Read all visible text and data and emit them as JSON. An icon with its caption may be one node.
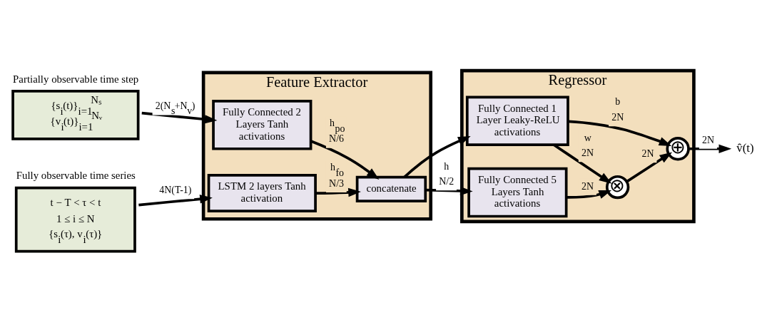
{
  "diagram": {
    "nodes": [
      {
        "text": [
          "Feature Extractor"
        ]
      },
      {
        "text": [
          "Regressor"
        ]
      },
      {
        "text": [
          "{s$_{i}$(t)}$_{i=1}$$^{Nₛ}$",
          "{v$_{i}$(t)}$_{i=1}$$^{Nᵥ}$"
        ],
        "beside": [
          "Partially observable time step"
        ]
      },
      {
        "text": [
          "t − T < τ < t",
          "1 ≤ i ≤ N",
          "{s$_{i}$(τ), v$_{i}$(τ)}"
        ],
        "beside": [
          "Fully observable time series"
        ]
      },
      {
        "text": [
          "Fully Connected 2 Layers Tanh activations"
        ],
        "in": 0
      },
      {
        "text": [
          "LSTM 2 layers Tanh activation"
        ],
        "in": 0
      },
      {
        "text": [
          "concatenate"
        ],
        "in": 0
      },
      {
        "text": [
          "Fully Connected 1 Layer Leaky-ReLU activations"
        ],
        "in": 1
      },
      {
        "text": [
          "Fully Connected 5 Layers Tanh activations"
        ],
        "in": 1
      },
      {
        "text": [
          "⊗"
        ],
        "in": 1
      },
      {
        "text": [
          "⊕"
        ],
        "in": 1
      }
    ],
    "edges": [
      {
        "from": 2,
        "to": 4,
        "arrow": "to",
        "label": "2(N$_{s}$+N$_{v}$)"
      },
      {
        "from": 3,
        "to": 5,
        "arrow": "to",
        "label": "4N(T-1)"
      },
      {
        "from": 4,
        "to": 6,
        "arrow": "to",
        "label": "h$_{po}$ N/6"
      },
      {
        "from": 5,
        "to": 6,
        "arrow": "to",
        "label": "h$_{fo}$ N/3"
      },
      {
        "from": 6,
        "to": 7,
        "arrow": "to"
      },
      {
        "from": 6,
        "to": 8,
        "arrow": "to",
        "label": "h N/2"
      },
      {
        "from": 7,
        "to": 9,
        "arrow": "to",
        "label": "w 2N"
      },
      {
        "from": 7,
        "to": 10,
        "arrow": "to",
        "label": "b 2N"
      },
      {
        "from": 8,
        "to": 9,
        "arrow": "to",
        "label": "2N"
      },
      {
        "from": 9,
        "to": 10,
        "arrow": "to",
        "label": "2N"
      },
      {
        "from": 10,
        "to": null,
        "arrow": "to",
        "label": "2N"
      }
    ],
    "labels": [
      "v̂(t)"
    ]
  }
}
